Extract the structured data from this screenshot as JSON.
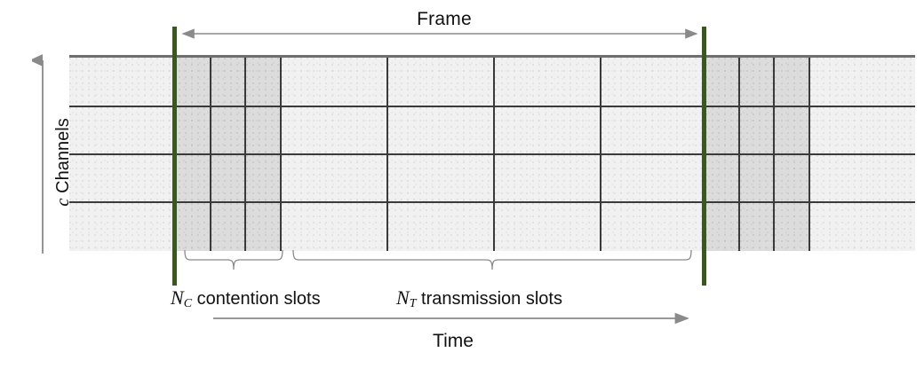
{
  "diagram": {
    "title_top": "Frame",
    "axis_y": {
      "variable": "c",
      "label": "Channels"
    },
    "axis_x": {
      "label": "Time"
    },
    "groups": [
      {
        "variable": "N",
        "subscript": "C",
        "label": "contention slots",
        "slot_count": 3,
        "fill": "#dcdcdc"
      },
      {
        "variable": "N",
        "subscript": "T",
        "label": "transmission slots",
        "slot_count": 4,
        "fill": "#f1f1f1"
      }
    ],
    "channels_rows": 4,
    "colors": {
      "boundary_green": "#3c5526",
      "contention_fill": "#dcdcdc",
      "transmission_fill": "#f1f1f1",
      "grid_line": "#3a3a3a",
      "arrow": "#808080"
    }
  }
}
